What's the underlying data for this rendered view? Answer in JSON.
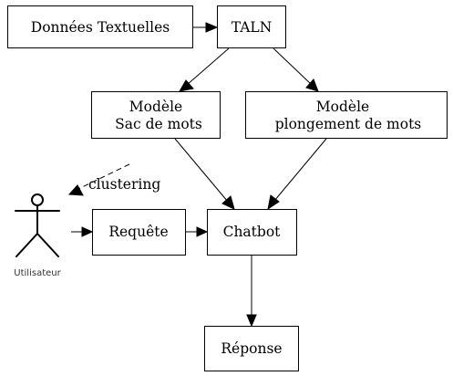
{
  "nodes": {
    "donnees": "Données Textuelles",
    "taln": "TALN",
    "modele_sac": [
      "Modèle",
      "Sac de mots"
    ],
    "modele_plongement": [
      "Modèle",
      "plongement de mots"
    ],
    "requete": "Requête",
    "chatbot": "Chatbot",
    "reponse": "Réponse"
  },
  "actor": {
    "label": "Utilisateur"
  },
  "edges": [
    {
      "from": "donnees",
      "to": "taln",
      "style": "solid"
    },
    {
      "from": "taln",
      "to": "modele_sac",
      "style": "solid"
    },
    {
      "from": "taln",
      "to": "modele_plongement",
      "style": "solid"
    },
    {
      "from": "modele_sac",
      "to": "actor",
      "style": "dashed",
      "label": "clustering"
    },
    {
      "from": "modele_sac",
      "to": "chatbot",
      "style": "solid"
    },
    {
      "from": "modele_plongement",
      "to": "chatbot",
      "style": "solid"
    },
    {
      "from": "actor",
      "to": "requete",
      "style": "solid"
    },
    {
      "from": "requete",
      "to": "chatbot",
      "style": "solid"
    },
    {
      "from": "chatbot",
      "to": "reponse",
      "style": "solid"
    }
  ]
}
